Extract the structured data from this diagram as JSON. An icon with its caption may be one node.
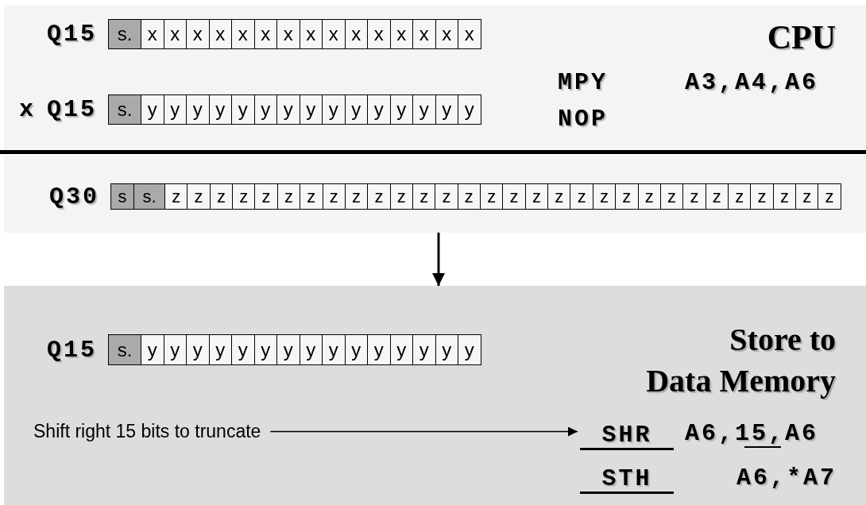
{
  "diagram": {
    "nodes": [
      {
        "text": [
          "CPU"
        ]
      },
      {
        "text": [
          "s.",
          "x",
          "x",
          "x",
          "x",
          "x",
          "x",
          "x",
          "x",
          "x",
          "x",
          "x",
          "x",
          "x",
          "x",
          "x"
        ],
        "beside": [
          "Q15"
        ],
        "in": 0
      },
      {
        "text": [
          "s.",
          "y",
          "y",
          "y",
          "y",
          "y",
          "y",
          "y",
          "y",
          "y",
          "y",
          "y",
          "y",
          "y",
          "y",
          "y"
        ],
        "beside": [
          "x",
          "Q15"
        ],
        "in": 0
      },
      {
        "text": [],
        "shape": "box"
      },
      {
        "text": [
          "s",
          "s.",
          "z",
          "z",
          "z",
          "z",
          "z",
          "z",
          "z",
          "z",
          "z",
          "z",
          "z",
          "z",
          "z",
          "z",
          "z",
          "z",
          "z",
          "z",
          "z",
          "z",
          "z",
          "z",
          "z",
          "z",
          "z",
          "z",
          "z",
          "z",
          "z",
          "z"
        ],
        "beside": [
          "Q30"
        ],
        "in": 3
      },
      {
        "text": [
          "Store to Data Memory"
        ]
      },
      {
        "text": [
          "s.",
          "y",
          "y",
          "y",
          "y",
          "y",
          "y",
          "y",
          "y",
          "y",
          "y",
          "y",
          "y",
          "y",
          "y",
          "y"
        ],
        "beside": [
          "Q15"
        ],
        "in": 5
      },
      {
        "text": [
          "Shift right 15 bits to truncate"
        ],
        "in": 5
      },
      {
        "text": [
          "SHR"
        ],
        "in": 5
      }
    ],
    "edges": [
      {
        "from": 3,
        "to": 5,
        "arrow": "to"
      },
      {
        "from": 7,
        "to": 8,
        "arrow": "to"
      }
    ],
    "labels": [
      "MPY",
      "A3,A4,A6",
      "NOP",
      "A6,15,A6",
      "STH",
      "A6,*A7"
    ]
  }
}
